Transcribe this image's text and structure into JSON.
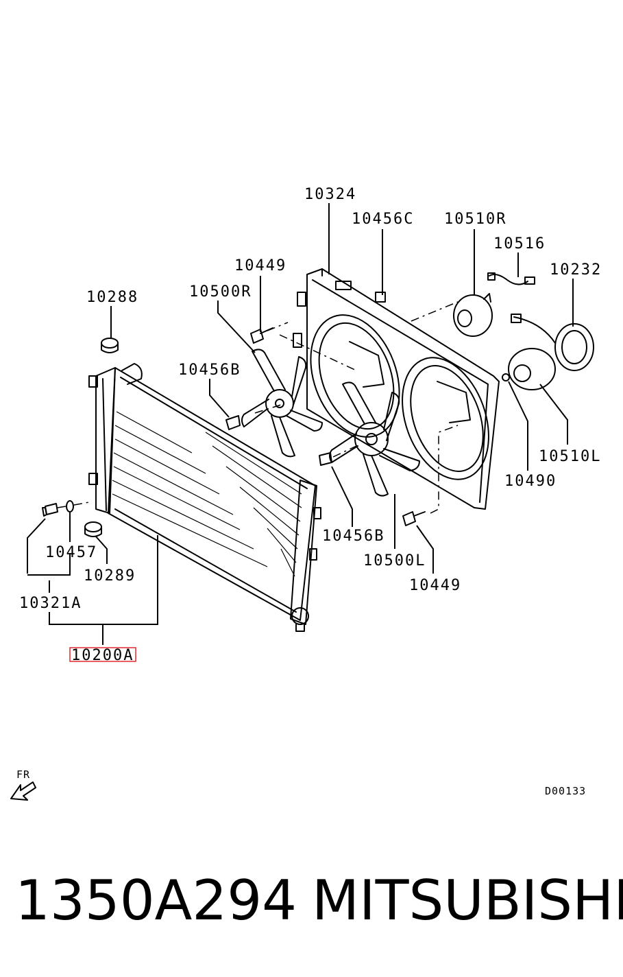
{
  "diagram": {
    "labels": {
      "p10324": "10324",
      "p10456C": "10456C",
      "p10510R": "10510R",
      "p10516": "10516",
      "p10232": "10232",
      "p10449_top": "10449",
      "p10500R": "10500R",
      "p10288": "10288",
      "p10456B_left": "10456B",
      "p10490": "10490",
      "p10510L": "10510L",
      "p10457": "10457",
      "p10289": "10289",
      "p10456B_bottom": "10456B",
      "p10500L": "10500L",
      "p10449_bottom": "10449",
      "p10321A": "10321A",
      "p10200A": "10200A"
    },
    "front_marker": "FR",
    "drawing_code": "D00133"
  },
  "footer": {
    "part_number": "1350A294",
    "brand": "MITSUBISHI"
  },
  "colors": {
    "line": "#000000",
    "highlight": "#e0282e",
    "background": "#ffffff"
  }
}
